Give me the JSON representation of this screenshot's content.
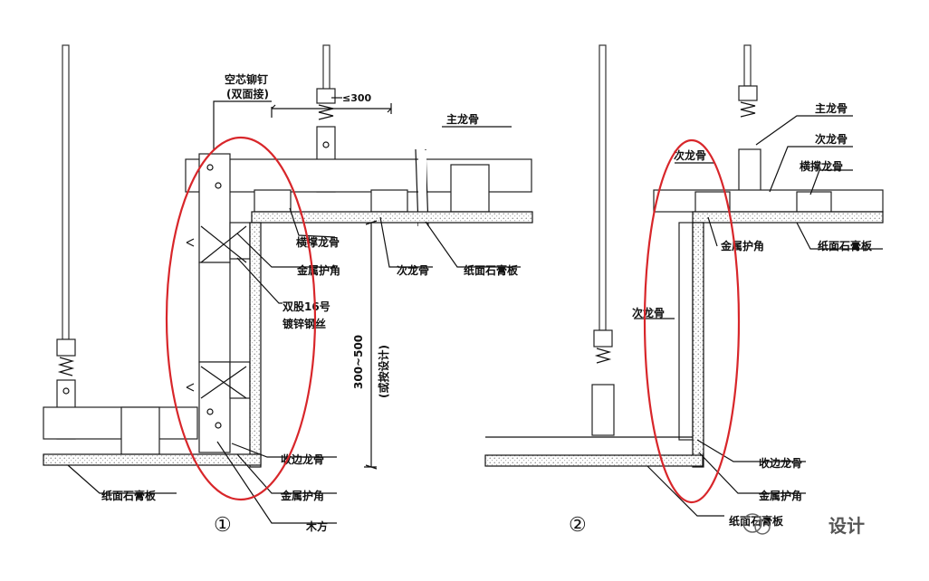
{
  "diagram": {
    "left": {
      "number": "①",
      "labels": {
        "hollow_rivet": "空芯铆钉",
        "double_sided": "(双面接)",
        "spacing": "≤300",
        "main_keel": "主龙骨",
        "cross_brace_keel": "横撑龙骨",
        "secondary_keel": "次龙骨",
        "gypsum_board_top": "纸面石膏板",
        "metal_corner": "金属护角",
        "wire_line1": "双股16号",
        "wire_line2": "镀锌钢丝",
        "height_dim": "300~500",
        "height_note": "(或按设计)",
        "edge_keel": "收边龙骨",
        "metal_corner_bottom": "金属护角",
        "gypsum_board_bottom": "纸面石膏板",
        "timber": "木方"
      }
    },
    "right": {
      "number": "②",
      "labels": {
        "main_keel": "主龙骨",
        "secondary_keel_top": "次龙骨",
        "secondary_keel_left": "次龙骨",
        "cross_brace_keel": "横撑龙骨",
        "metal_corner": "金属护角",
        "gypsum_board": "纸面石膏板",
        "secondary_keel_vertical": "次龙骨",
        "edge_keel": "收边龙骨",
        "metal_corner_bottom": "金属护角",
        "gypsum_board_bottom": "纸面石膏板"
      }
    },
    "watermark": "设计"
  },
  "colors": {
    "highlight": "#d8262a",
    "line": "#111111"
  }
}
